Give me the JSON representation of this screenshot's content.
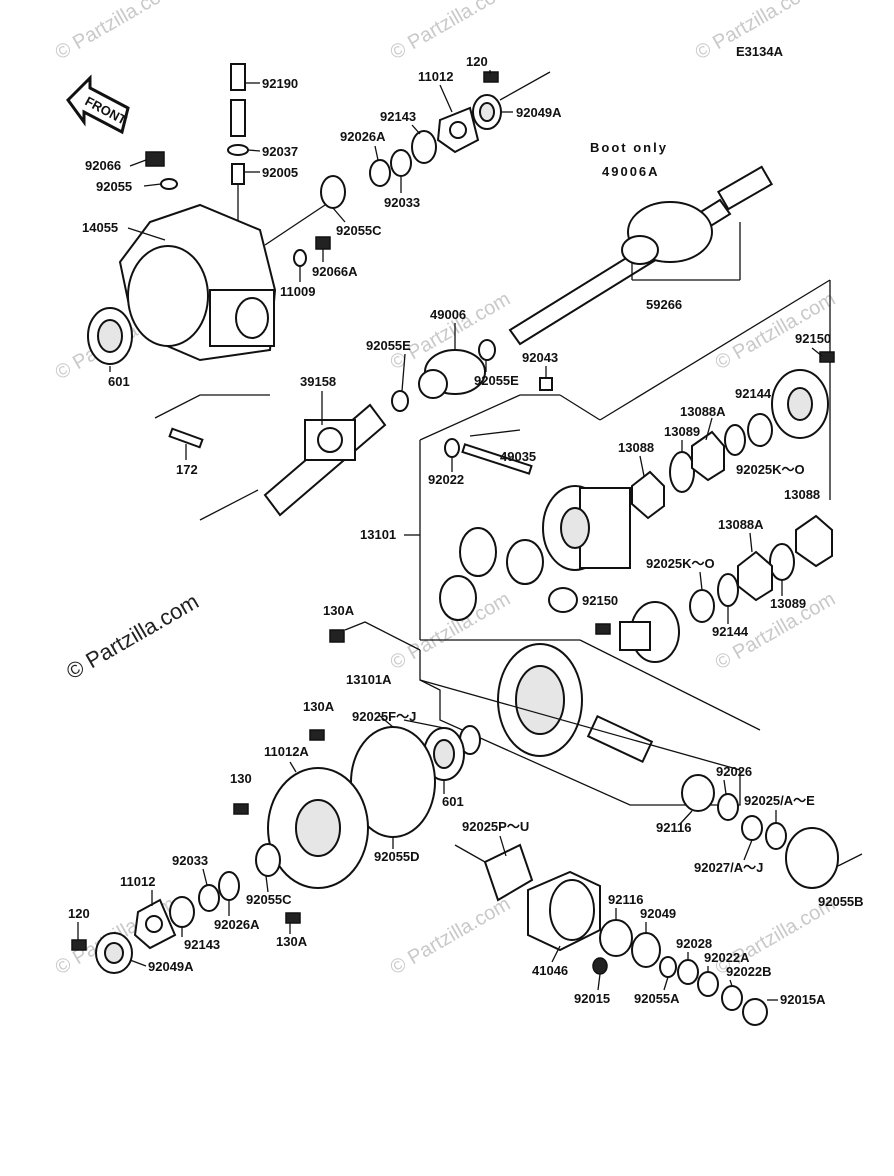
{
  "diagram": {
    "code": "E3134A",
    "front_label": "FRONT",
    "boot_note_line1": "Boot only",
    "boot_note_line2": "49006A",
    "watermark": "© Partzilla.com",
    "watermark_faint": "© Partzilla.com"
  },
  "labels": {
    "p92190": "92190",
    "p92037": "92037",
    "p92005": "92005",
    "p92066": "92066",
    "p92055": "92055",
    "p14055": "14055",
    "p601_top": "601",
    "p92055C_top": "92055C",
    "p92066A": "92066A",
    "p11009": "11009",
    "p120_top": "120",
    "p11012_top": "11012",
    "p92143_top": "92143",
    "p92026A_top": "92026A",
    "p92033_top": "92033",
    "p92049A_top": "92049A",
    "p59266": "59266",
    "p49006": "49006",
    "p92055E_a": "92055E",
    "p92055E_b": "92055E",
    "p39158": "39158",
    "p172": "172",
    "p92043": "92043",
    "p92150_top": "92150",
    "p92144_top": "92144",
    "p13088A_top": "13088A",
    "p13089_top": "13089",
    "p13088_left": "13088",
    "p92025KO_top": "92025K～O",
    "p13088_right": "13088",
    "p92022": "92022",
    "p49035": "49035",
    "p13101": "13101",
    "p13088A_bot": "13088A",
    "p92025KO_bot": "92025K～O",
    "p13089_bot": "13089",
    "p92150_bot": "92150",
    "p92144_bot": "92144",
    "p130A_top": "130A",
    "p13101A": "13101A",
    "p130A_mid": "130A",
    "p92025FJ": "92025F～J",
    "p11012A": "11012A",
    "p130": "130",
    "p601_bot": "601",
    "p92055D": "92055D",
    "p92026": "92026",
    "p92025AE": "92025/A～E",
    "p92116_a": "92116",
    "p92027AJ": "92027/A～J",
    "p92055B": "92055B",
    "p92025PU": "92025P～U",
    "p92033_bot": "92033",
    "p11012_bot": "11012",
    "p92055C_bot": "92055C",
    "p92026A_bot": "92026A",
    "p130A_bot": "130A",
    "p120_bot": "120",
    "p92143_bot": "92143",
    "p92049A_bot": "92049A",
    "p92116_b": "92116",
    "p92049": "92049",
    "p92028": "92028",
    "p92022A": "92022A",
    "p92022B": "92022B",
    "p41046": "41046",
    "p92015": "92015",
    "p92055A": "92055A",
    "p92015A": "92015A"
  }
}
